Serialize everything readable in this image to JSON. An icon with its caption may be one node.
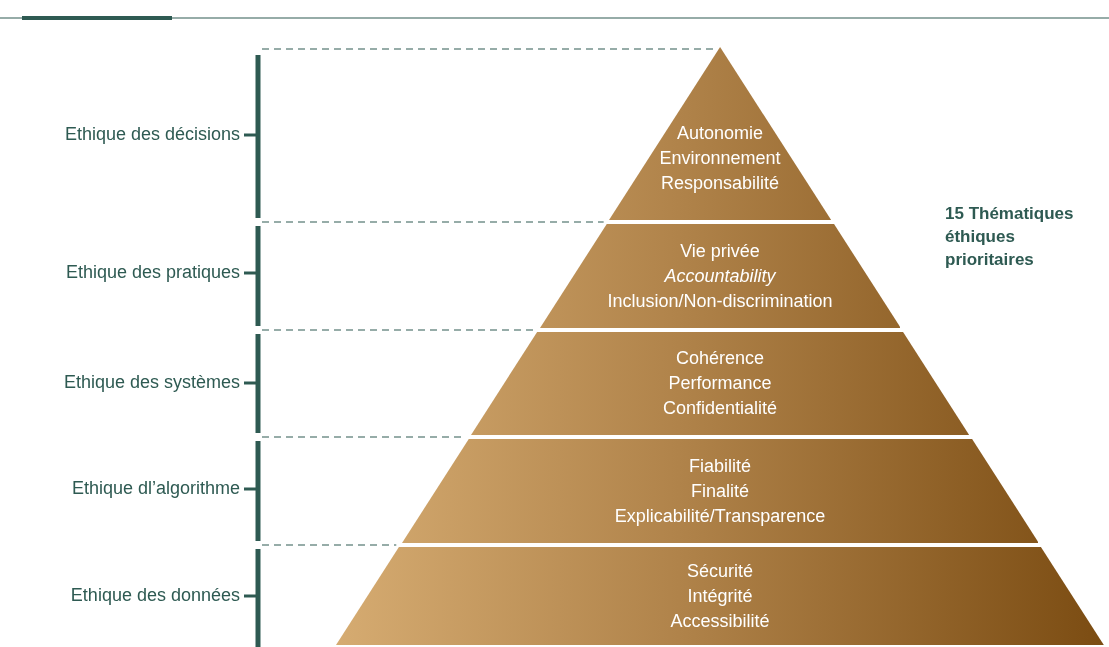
{
  "diagram": {
    "nodes": [
      {
        "text": [
          "Autonomie",
          "Environnement",
          "Responsabilité"
        ]
      },
      {
        "text": [
          "Vie privée",
          "*Accountability*",
          "Inclusion/Non-discrimination"
        ]
      },
      {
        "text": [
          "Cohérence",
          "Performance",
          "Confidentialité"
        ]
      },
      {
        "text": [
          "Fiabilité",
          "Finalité",
          "Explicabilité/Transparence"
        ]
      },
      {
        "text": [
          "Sécurité",
          "Intégrité",
          "Accessibilité"
        ]
      }
    ],
    "labels": [
      "Ethique des décisions",
      "Ethique des pratiques",
      "Ethique des systèmes",
      "Ethique dl’algorithme",
      "Ethique des données",
      "15 Thématiques éthiques prioritaires"
    ]
  }
}
